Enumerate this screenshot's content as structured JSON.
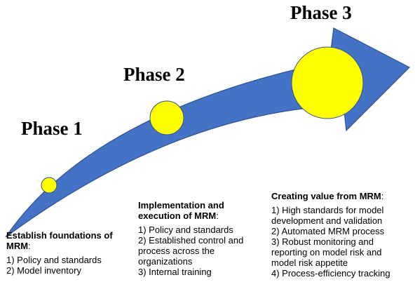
{
  "colors": {
    "arrow_fill": "#4472C4",
    "arrow_stroke": "#2F528F",
    "circle_fill": "#FFFF00",
    "circle_stroke": "#2F528F"
  },
  "phases": [
    {
      "title": "Phase 1",
      "heading": "Establish foundations of MRM",
      "items": [
        "1) Policy and standards",
        "2) Model inventory"
      ]
    },
    {
      "title": "Phase 2",
      "heading": "Implementation and execution of MRM",
      "items": [
        "1) Policy and standards",
        "2) Established control and process across the organizations",
        "3) Internal training"
      ]
    },
    {
      "title": "Phase 3",
      "heading": "Creating value from MRM",
      "items": [
        "1) High standards for model development and validation",
        "2) Automated MRM process",
        "3) Robust monitoring and reporting on model risk and model risk appetite",
        "4) Process-efficiency tracking"
      ]
    }
  ]
}
